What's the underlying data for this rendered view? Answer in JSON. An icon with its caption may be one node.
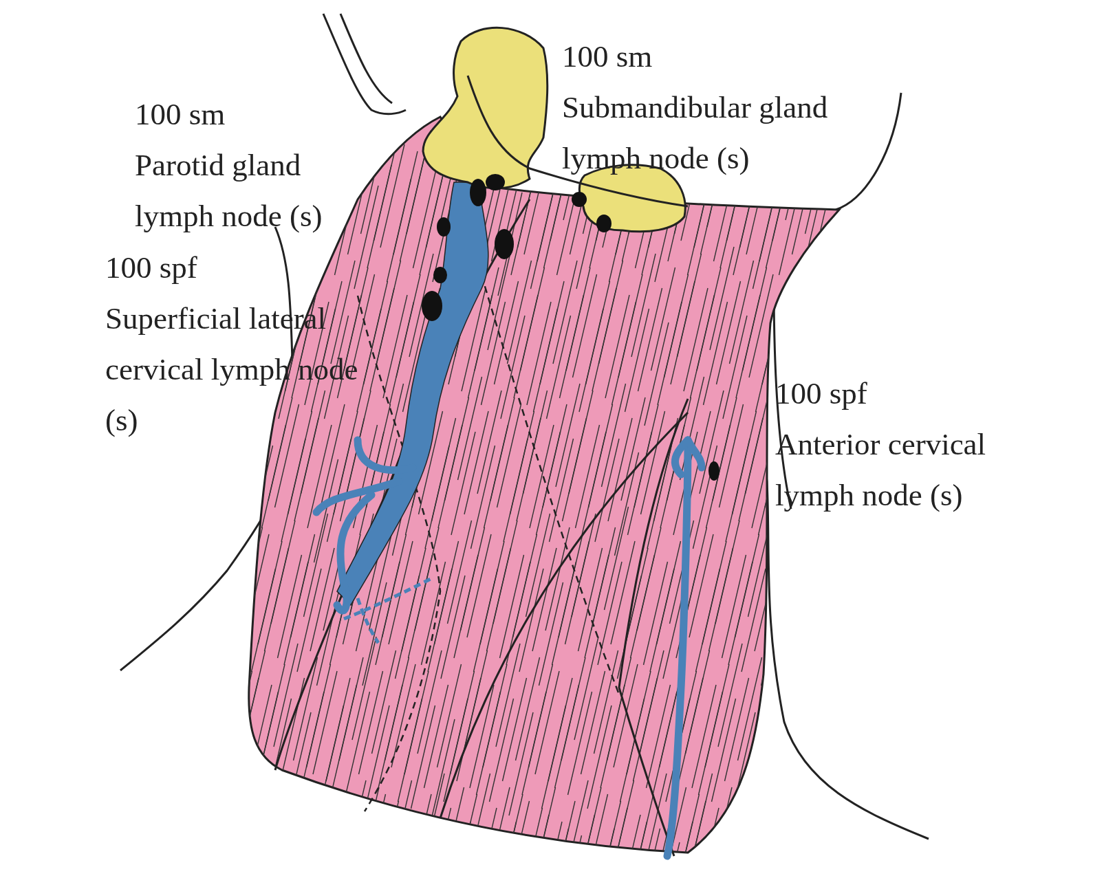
{
  "diagram": {
    "labels": [
      "100 sm",
      "Submandibular gland lymph node (s)",
      "100 sm",
      "Parotid gland lymph node (s)",
      "100 spf",
      "Superficial lateral cervical lymph node (s)",
      "100 spf",
      "Anterior cervical lymph node (s)"
    ]
  }
}
